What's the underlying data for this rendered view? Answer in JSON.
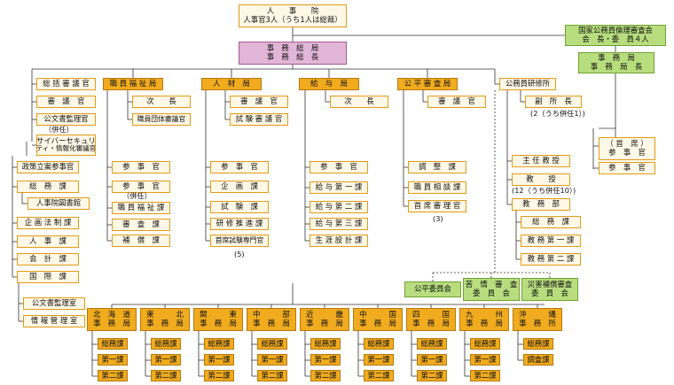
{
  "root": {
    "title": "人　　事　　院",
    "sub": "人事官3人（うち1人は総裁）"
  },
  "ethics": {
    "name": "国家公務員倫理審査会",
    "members": "会　長・委　員４人"
  },
  "ethics_bureau": {
    "line1": "事　務　局",
    "line2": "事　務　局　長"
  },
  "ethics_sub": [
    "（ 首　席 ）",
    "参　事　官",
    "参　事　官"
  ],
  "gen_sec": {
    "line1": "事　務　総　局",
    "line2": "事　務　総　長"
  },
  "left_column": [
    "総 括 審 議 官",
    "審　議　官",
    "公文書監理官"
  ],
  "left_note": "（併任）",
  "cyber": {
    "line1": "サイバーセキュリ",
    "line2": "ティ・情報化審議官"
  },
  "left_lower": [
    "政策立案参事官",
    "総　務　課",
    "人事院図書館",
    "企 画 法 制 課",
    "人　事　課",
    "会　計　課",
    "国　際　課"
  ],
  "bottom_left": [
    "公文書監理室",
    "情 報 管 理 室"
  ],
  "bureaus": [
    "職 員 福 祉 局",
    "人　材　局",
    "給　与　局",
    "公 平 審 査 局"
  ],
  "welfare": [
    "次　　長",
    "職員団体審議官",
    "参　事　官",
    "参　事　官",
    "職 員 福 祉 課",
    "審　査　課",
    "補　償　課"
  ],
  "welfare_note": "（併任）",
  "hr": [
    "審　議　官",
    "試 験 審 議 官",
    "参　事　官",
    "企　画　課",
    "試　験　課",
    "研 修 推 進 課",
    "首席試験専門官"
  ],
  "hr_note": "(5)",
  "salary": [
    "次　　長",
    "参　事　官",
    "給 与 第 一 課",
    "給 与 第 二 課",
    "給 与 第 三 課",
    "生 涯 設 計 課"
  ],
  "fair": [
    "審　議　官",
    "調　整　課",
    "職 員 相 談 課",
    "首 席 審 理 官"
  ],
  "fair_note": "(3)",
  "institute": "公務員研修所",
  "inst_items": [
    "副　所　長",
    "主 任 教 授",
    "教　　授",
    "教　務　部",
    "総　務　課",
    "教 務 第 一 課",
    "教 務 第 二 課"
  ],
  "inst_note1": "(2（うち併任1）)",
  "inst_note2": "(12（うち併任10）)",
  "committees": [
    "公平委員会",
    "苦　情　審　査",
    "委　員　会",
    "災害補償審査",
    "委　員　会"
  ],
  "regional": [
    {
      "l1": "北　海　道",
      "l2": "事　務　局",
      "s": [
        "総務課",
        "第一課",
        "第二課"
      ]
    },
    {
      "l1": "東　　　北",
      "l2": "事　務　局",
      "s": [
        "総務課",
        "第一課",
        "第二課"
      ]
    },
    {
      "l1": "関　　　東",
      "l2": "事　務　局",
      "s": [
        "総務課",
        "第一課",
        "第二課"
      ]
    },
    {
      "l1": "中　　　部",
      "l2": "事　務　局",
      "s": [
        "総務課",
        "第一課",
        "第二課"
      ]
    },
    {
      "l1": "近　　　畿",
      "l2": "事　務　局",
      "s": [
        "総務課",
        "第一課",
        "第二課"
      ]
    },
    {
      "l1": "中　　　国",
      "l2": "事　務　局",
      "s": [
        "総務課",
        "第一課",
        "第二課"
      ]
    },
    {
      "l1": "四　　　国",
      "l2": "事　務　局",
      "s": [
        "総務課",
        "第一課",
        "第二課"
      ]
    },
    {
      "l1": "九　　　州",
      "l2": "事　務　局",
      "s": [
        "総務課",
        "第一課",
        "第二課"
      ]
    },
    {
      "l1": "沖　　　縄",
      "l2": "事　務　所",
      "s": [
        "総務課",
        "調査課"
      ]
    }
  ]
}
